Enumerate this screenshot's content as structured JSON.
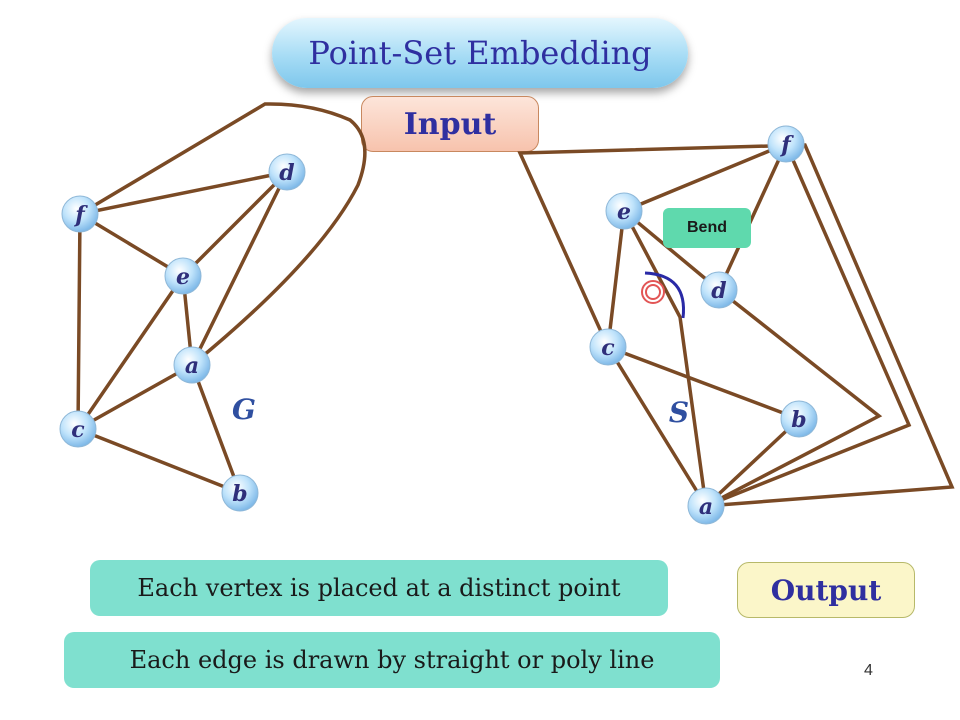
{
  "title": "Point-Set Embedding",
  "input_label": "Input",
  "output_label": "Output",
  "captions": [
    "Each vertex is placed at a distinct point",
    "Each edge is drawn by straight or poly line"
  ],
  "page_number": "4",
  "bend_label": "Bend",
  "graph_g": {
    "label": "G",
    "vertices": [
      "f",
      "d",
      "e",
      "a",
      "c",
      "b"
    ]
  },
  "point_set_s": {
    "label": "S",
    "vertices": [
      "f",
      "e",
      "d",
      "c",
      "b",
      "a"
    ]
  },
  "colors": {
    "edge": "#7a4a25",
    "vertex_fill": "#a8d8f8",
    "vertex_label": "#2f2f7a",
    "graph_label": "#2f4fa0",
    "title_text": "#2f2fa0",
    "bend_marker": "#e25555",
    "angle_arc": "#2a2aa6"
  }
}
